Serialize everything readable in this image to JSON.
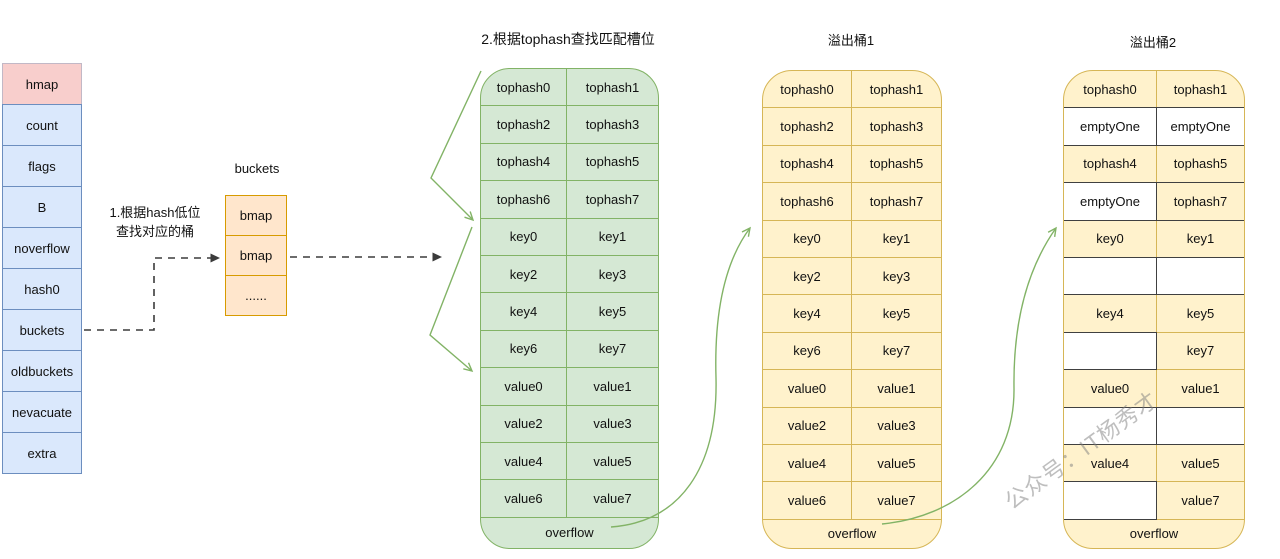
{
  "colors": {
    "blue_fill": "#dae8fc",
    "blue_border": "#6c8ebf",
    "pink_fill": "#f8cecc",
    "pink_border": "#c2b8c6",
    "orange_fill": "#ffe6cc",
    "orange_border": "#d79b00",
    "green_fill": "#d5e8d4",
    "green_border": "#82b366",
    "yellow_fill": "#fff2cc",
    "yellow_border": "#d6b656",
    "empty_cell_border": "#404040",
    "empty_cell_fill": "#ffffff",
    "arrow_dashed": "#3b3b3b",
    "watermark_gray": "#7d7d7d"
  },
  "labels": {
    "step1_line1": "1.根据hash低位",
    "step1_line2": "查找对应的桶",
    "buckets": "buckets",
    "step2": "2.根据tophash查找匹配槽位",
    "overflow1": "溢出桶1",
    "overflow2": "溢出桶2",
    "watermark": "公众号：IT杨秀才"
  },
  "hmap_struct": {
    "rows": [
      {
        "label": "hmap",
        "variant": "header"
      },
      {
        "label": "count"
      },
      {
        "label": "flags"
      },
      {
        "label": "B"
      },
      {
        "label": "noverflow"
      },
      {
        "label": "hash0"
      },
      {
        "label": "buckets"
      },
      {
        "label": "oldbuckets"
      },
      {
        "label": "nevacuate"
      },
      {
        "label": "extra"
      }
    ]
  },
  "bmap": {
    "rows": [
      "bmap",
      "bmap",
      "......"
    ]
  },
  "buckets": [
    {
      "name": "main-bucket",
      "rows": [
        [
          "tophash0",
          "tophash1"
        ],
        [
          "tophash2",
          "tophash3"
        ],
        [
          "tophash4",
          "tophash5"
        ],
        [
          "tophash6",
          "tophash7"
        ],
        [
          "key0",
          "key1"
        ],
        [
          "key2",
          "key3"
        ],
        [
          "key4",
          "key5"
        ],
        [
          "key6",
          "key7"
        ],
        [
          "value0",
          "value1"
        ],
        [
          "value2",
          "value3"
        ],
        [
          "value4",
          "value5"
        ],
        [
          "value6",
          "value7"
        ],
        [
          "overflow"
        ]
      ]
    },
    {
      "name": "overflow-bucket-1",
      "rows": [
        [
          "tophash0",
          "tophash1"
        ],
        [
          "tophash2",
          "tophash3"
        ],
        [
          "tophash4",
          "tophash5"
        ],
        [
          "tophash6",
          "tophash7"
        ],
        [
          "key0",
          "key1"
        ],
        [
          "key2",
          "key3"
        ],
        [
          "key4",
          "key5"
        ],
        [
          "key6",
          "key7"
        ],
        [
          "value0",
          "value1"
        ],
        [
          "value2",
          "value3"
        ],
        [
          "value4",
          "value5"
        ],
        [
          "value6",
          "value7"
        ],
        [
          "overflow"
        ]
      ]
    },
    {
      "name": "overflow-bucket-2",
      "rows": [
        [
          "tophash0",
          "tophash1"
        ],
        [
          {
            "label": "emptyOne",
            "empty": true
          },
          {
            "label": "emptyOne",
            "empty": true
          }
        ],
        [
          "tophash4",
          "tophash5"
        ],
        [
          {
            "label": "emptyOne",
            "empty": true
          },
          {
            "label": "tophash7",
            "dark": true
          }
        ],
        [
          "key0",
          "key1"
        ],
        [
          {
            "label": "",
            "empty": true
          },
          {
            "label": "",
            "empty": true
          }
        ],
        [
          "key4",
          "key5"
        ],
        [
          {
            "label": "",
            "empty": true
          },
          "key7"
        ],
        [
          "value0",
          "value1"
        ],
        [
          {
            "label": "",
            "empty": true
          },
          {
            "label": "",
            "empty": true
          }
        ],
        [
          "value4",
          "value5"
        ],
        [
          {
            "label": "",
            "empty": true
          },
          "value7"
        ],
        [
          "overflow"
        ]
      ]
    }
  ]
}
